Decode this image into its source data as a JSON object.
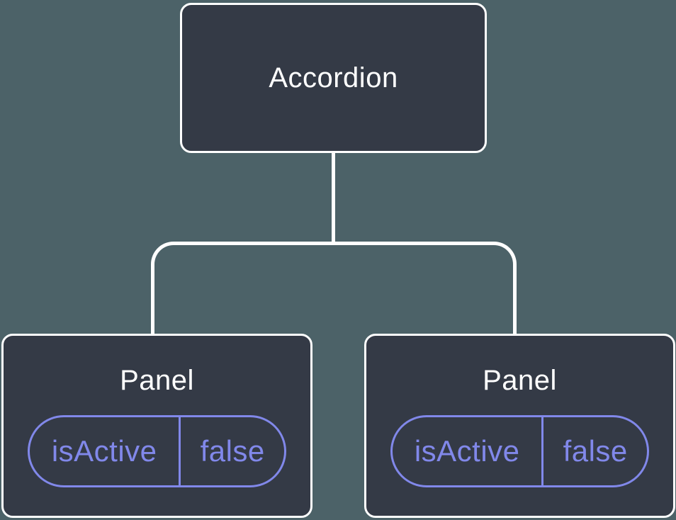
{
  "colors": {
    "background": "#4C6268",
    "node_fill": "#343A46",
    "node_border": "#FFFFFF",
    "connector": "#FFFFFF",
    "state_accent": "#8188EA",
    "title_text": "#FFFFFF"
  },
  "tree": {
    "root": {
      "label": "Accordion"
    },
    "children": [
      {
        "label": "Panel",
        "state": {
          "name": "isActive",
          "value": "false"
        }
      },
      {
        "label": "Panel",
        "state": {
          "name": "isActive",
          "value": "false"
        }
      }
    ]
  }
}
